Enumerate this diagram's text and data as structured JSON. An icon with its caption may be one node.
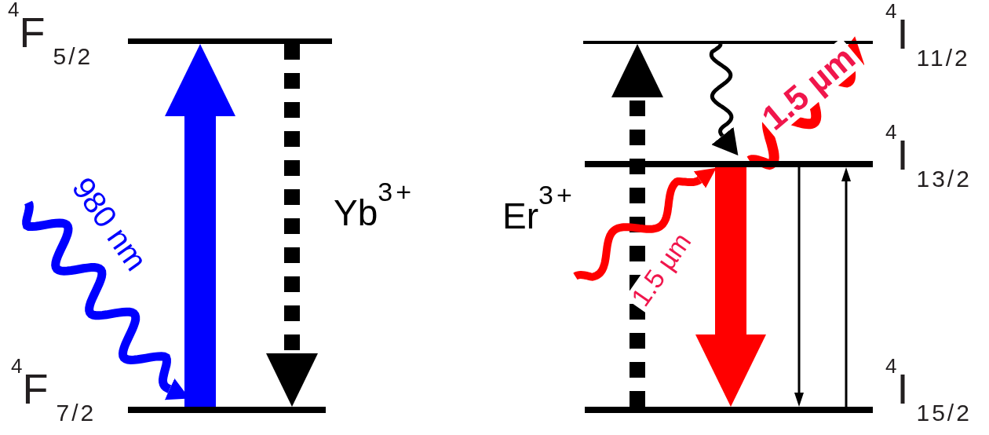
{
  "diagram": {
    "nodes": [
      {
        "text": [],
        "shape": "bar",
        "beside": [
          "$^{4}$F$_{5/2}$"
        ]
      },
      {
        "text": [],
        "shape": "bar",
        "beside": [
          "$^{4}$F$_{7/2}$"
        ]
      },
      {
        "text": [],
        "shape": "bar",
        "beside": [
          "$^{4}$I$_{11/2}$"
        ]
      },
      {
        "text": [],
        "shape": "bar",
        "beside": [
          "$^{4}$I$_{13/2}$"
        ]
      },
      {
        "text": [],
        "shape": "bar",
        "beside": [
          "$^{4}$I$_{15/2}$"
        ]
      }
    ],
    "edges": [
      {
        "from": 1,
        "to": 0,
        "arrow": "to",
        "style": "thick",
        "color": "#0000ff"
      },
      {
        "from": 0,
        "to": 1,
        "arrow": "to",
        "style": "dashed"
      },
      {
        "from": null,
        "to": 1,
        "arrow": "to",
        "label": "980 nm",
        "color": "#0000ff"
      },
      {
        "from": 4,
        "to": 2,
        "arrow": "to",
        "style": "dashed"
      },
      {
        "from": 2,
        "to": 3,
        "arrow": "to"
      },
      {
        "from": 3,
        "to": 4,
        "arrow": "to",
        "style": "thick",
        "color": "#ff0000"
      },
      {
        "from": null,
        "to": 3,
        "arrow": "to",
        "label": "1.5 µm",
        "color": "#ff0000"
      },
      {
        "from": 3,
        "to": 2,
        "arrow": "to",
        "label": "1.5 µm",
        "color": "#ff0000"
      },
      {
        "from": 3,
        "to": 4,
        "arrow": "to"
      },
      {
        "from": 4,
        "to": 3,
        "arrow": "to"
      }
    ],
    "labels": [
      "Yb$^{3+}$",
      "Er$^{3+}$"
    ]
  }
}
